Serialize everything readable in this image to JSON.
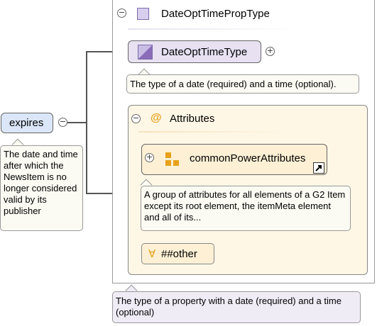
{
  "complex_type": {
    "name": "DateOptTimePropType",
    "description": "The type of a property with a date (required) and a time (optional)"
  },
  "element": {
    "name": "expires",
    "description": "The date and time after which the NewsItem is no longer considered valid by its publisher"
  },
  "extension": {
    "name": "DateOptTimeType",
    "description": "The type of a date (required) and a time (optional)."
  },
  "attributes": {
    "title": "Attributes",
    "at_symbol": "@",
    "group": {
      "name": "commonPowerAttributes",
      "description": "A group of attributes for all elements of a G2 Item except its root element, the itemMeta element and all of its..."
    },
    "wildcard": {
      "symbol": "∀",
      "label": "##other"
    }
  },
  "toggles": {
    "collapse": "−",
    "expand": "+"
  },
  "colors": {
    "element_fill": "#dbe6f8",
    "type_fill": "#e7e1f2",
    "attr_fill": "#fff7e6",
    "group_fill": "#fdf0d5",
    "accent_orange": "#e8a11a",
    "accent_purple": "#8a6cb8"
  }
}
